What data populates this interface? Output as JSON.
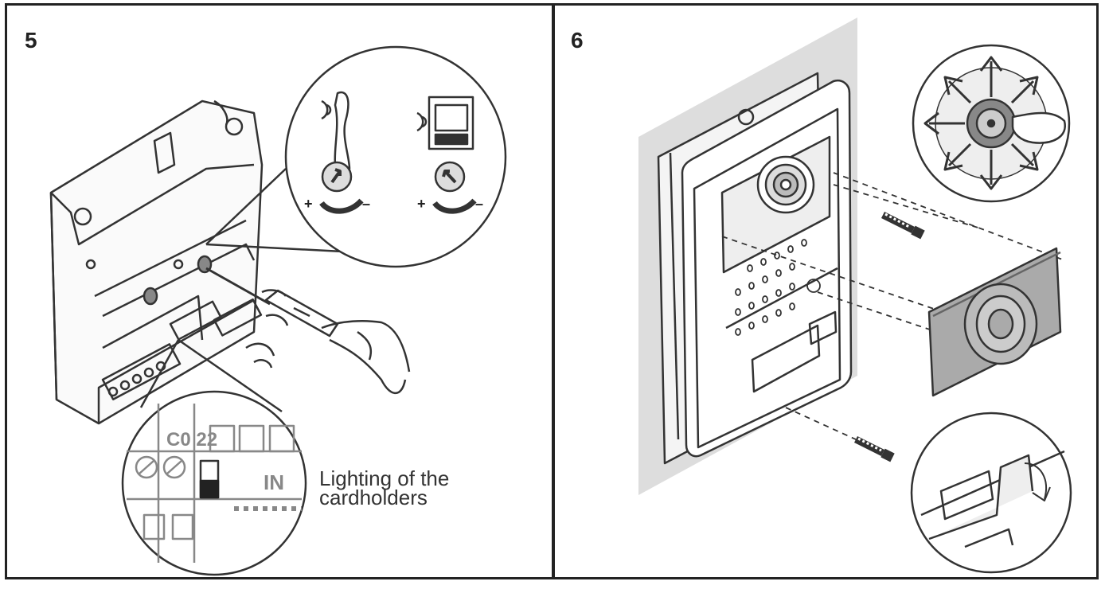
{
  "panels": [
    {
      "step": "5",
      "caption_line1": "Lighting of the",
      "caption_line2": "cardholders",
      "inset_label": "IN",
      "terminal_label": "C0 22",
      "minus_sign": "–",
      "plus_sign": "+"
    },
    {
      "step": "6"
    }
  ],
  "colors": {
    "line": "#333333",
    "wall": "#dddddd",
    "fill": "#f4f4f4",
    "dark": "#222222"
  }
}
